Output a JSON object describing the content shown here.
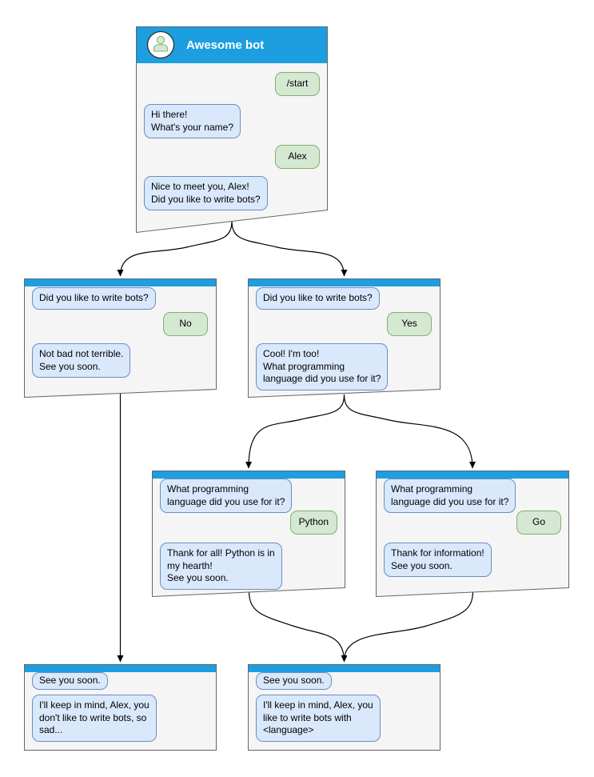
{
  "colors": {
    "header_blue": "#1C9EE0",
    "bot_bubble_fill": "#DAE8FC",
    "bot_bubble_border": "#6C8EBF",
    "user_bubble_fill": "#D5E8D4",
    "user_bubble_border": "#82B366",
    "window_fill": "#F5F5F5",
    "window_border": "#666666",
    "connector": "#000000"
  },
  "main_window": {
    "title": "Awesome bot",
    "avatar_icon": "user-avatar-icon",
    "messages": {
      "start_command": "/start",
      "greeting": "Hi there!\nWhat's your name?",
      "name_reply": "Alex",
      "nice_to_meet": "Nice to meet you, Alex!\nDid you like to write bots?"
    }
  },
  "no_branch_window": {
    "question": "Did you like to write bots?",
    "answer": "No",
    "bot_reply": "Not bad not terrible.\nSee you soon."
  },
  "yes_branch_window": {
    "question": "Did you like to write bots?",
    "answer": "Yes",
    "bot_reply": "Cool! I'm too!\nWhat programming\nlanguage did you use for it?"
  },
  "python_branch_window": {
    "question": "What programming\nlanguage did you use for it?",
    "answer": "Python",
    "bot_reply": "Thank for all! Python is in\nmy hearth!\nSee you soon."
  },
  "go_branch_window": {
    "question": "What programming\nlanguage did you use for it?",
    "answer": "Go",
    "bot_reply": "Thank for information!\nSee you soon."
  },
  "end_no_window": {
    "question": "See you soon.",
    "bot_reply": "I'll keep in mind, Alex, you\ndon't like to write bots, so\nsad..."
  },
  "end_yes_window": {
    "question": "See you soon.",
    "bot_reply": "I'll keep in mind, Alex, you\nlike to write bots with\n<language>"
  }
}
